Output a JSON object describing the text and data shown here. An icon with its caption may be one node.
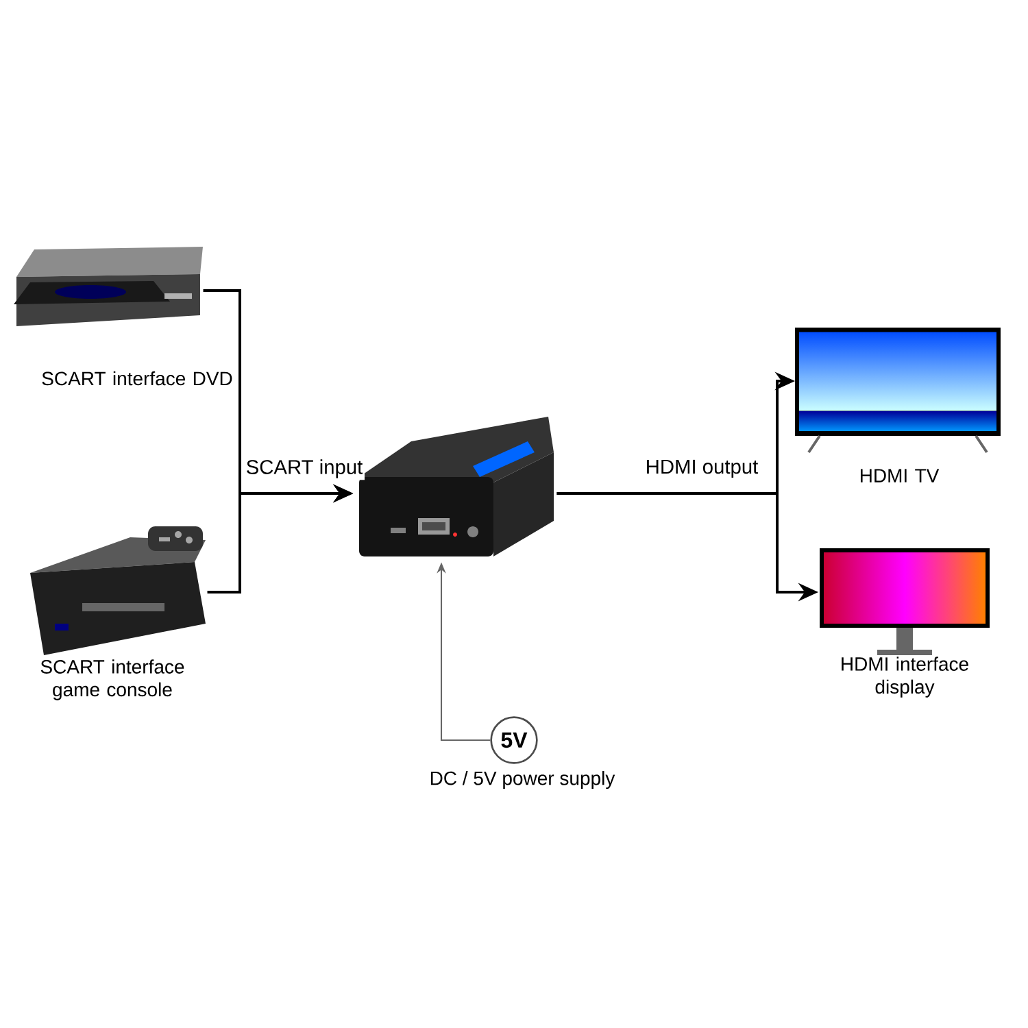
{
  "diagram": {
    "nodes": [
      {
        "text": [
          "SCART interface DVD"
        ]
      },
      {
        "text": [
          "SCART interface game console"
        ]
      },
      {
        "text": [],
        "shape": "picture"
      },
      {
        "text": [
          "HDMI TV"
        ]
      },
      {
        "text": [
          "HDMI interface display"
        ]
      },
      {
        "text": [
          "5V"
        ],
        "beside": [
          "DC / 5V power supply"
        ]
      }
    ],
    "edges": [
      {
        "from": 0,
        "to": 2,
        "arrow": "to",
        "label": "SCART input"
      },
      {
        "from": 1,
        "to": 2,
        "arrow": "to"
      },
      {
        "from": 2,
        "to": 3,
        "arrow": "to",
        "label": "HDMI output"
      },
      {
        "from": 2,
        "to": 4,
        "arrow": "to"
      },
      {
        "from": 5,
        "to": 2,
        "arrow": "to",
        "color": "#666666"
      }
    ]
  }
}
